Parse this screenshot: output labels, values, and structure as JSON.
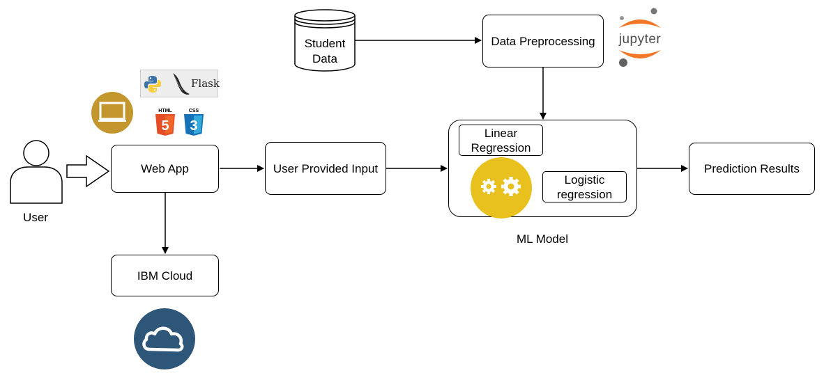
{
  "nodes": {
    "student_data": "Student\nData",
    "data_preprocessing": "Data Preprocessing",
    "web_app": "Web App",
    "user_provided_input": "User Provided Input",
    "ibm_cloud": "IBM Cloud",
    "linear_regression": "Linear\nRegression",
    "logistic_regression": "Logistic\nregression",
    "prediction_results": "Prediction Results"
  },
  "labels": {
    "user": "User",
    "ml_model": "ML Model"
  },
  "logos": {
    "flask": "Flask",
    "jupyter": "jupyter",
    "html": "HTML",
    "css": "CSS"
  },
  "colors": {
    "gold": "#c4972e",
    "gear_yellow": "#e8c11f",
    "cloud_blue": "#2e5679",
    "html_orange": "#e44d26",
    "css_blue": "#1572b6",
    "jupyter_orange": "#f37726"
  }
}
